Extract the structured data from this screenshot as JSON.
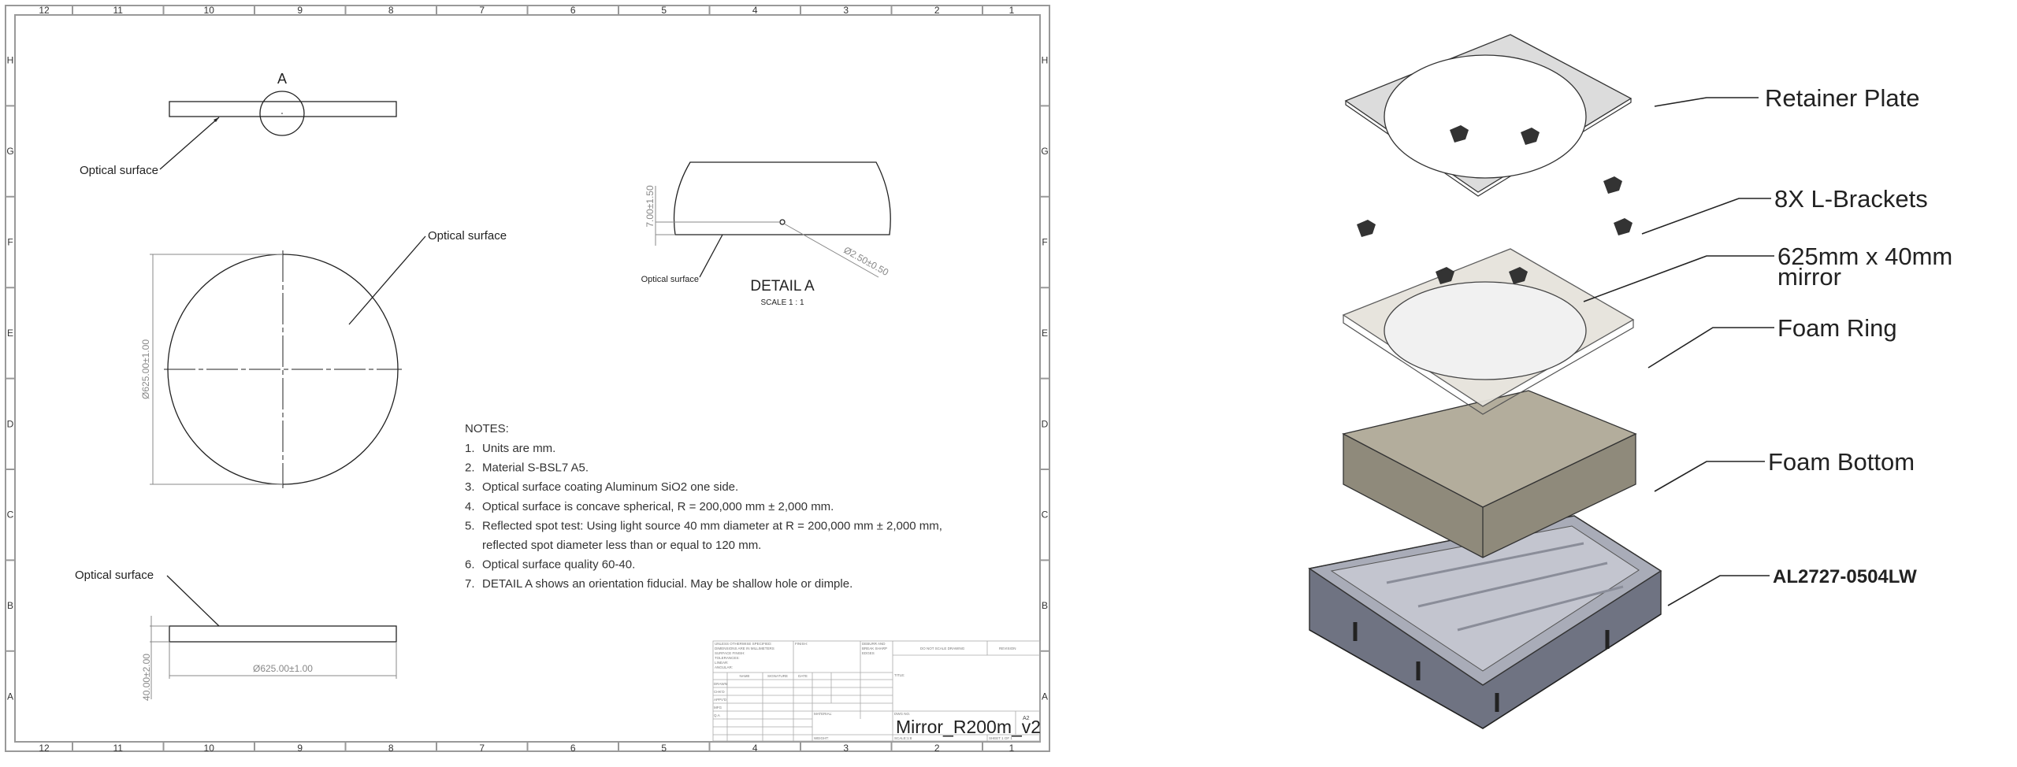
{
  "drawing": {
    "columns": [
      "12",
      "11",
      "10",
      "9",
      "8",
      "7",
      "6",
      "5",
      "4",
      "3",
      "2",
      "1"
    ],
    "rows": [
      "H",
      "G",
      "F",
      "E",
      "D",
      "C",
      "B",
      "A"
    ],
    "views": {
      "detail_callout": "A",
      "optical_surface_label": "Optical surface",
      "diameter_dim": "Ø625.00±1.00",
      "thickness_dim": "40.00±2.00"
    },
    "detail": {
      "title": "DETAIL A",
      "scale": "SCALE 1 : 1",
      "offset_dim": "7.00±1.50",
      "hole_dim": "Ø2.50±0.50",
      "optical_surface_label": "Optical surface"
    },
    "notes": {
      "heading": "NOTES:",
      "items": [
        {
          "num": "1.",
          "text": "Units are mm."
        },
        {
          "num": "2.",
          "text": "Material S-BSL7 A5."
        },
        {
          "num": "3.",
          "text": "Optical surface coating Aluminum SiO2 one side."
        },
        {
          "num": "4.",
          "text": "Optical surface is concave spherical, R = 200,000 mm ± 2,000 mm."
        },
        {
          "num": "5.",
          "text": "Reflected spot test:  Using light source 40 mm diameter at R = 200,000 mm ± 2,000 mm,",
          "cont": "reflected spot diameter less than or equal to 120 mm."
        },
        {
          "num": "6.",
          "text": "Optical surface quality 60-40."
        },
        {
          "num": "7.",
          "text": "DETAIL A shows an orientation fiducial.  May be shallow hole or dimple."
        }
      ]
    },
    "title_block": {
      "unless": [
        "UNLESS OTHERWISE SPECIFIED:",
        "DIMENSIONS ARE IN MILLIMETERS",
        "SURFACE FINISH:",
        "TOLERANCES:",
        "  LINEAR:",
        "  ANGULAR:"
      ],
      "finish": "FINISH:",
      "deburr": [
        "DEBURR AND",
        "BREAK SHARP",
        "EDGES"
      ],
      "do_not_scale": "DO NOT SCALE DRAWING",
      "revision": "REVISION",
      "headers": [
        "NAME",
        "SIGNATURE",
        "DATE"
      ],
      "roles": [
        "DRAWN",
        "CHK'D",
        "APPV'D",
        "MFG",
        "Q.A"
      ],
      "title_label": "TITLE:",
      "material": "MATERIAL:",
      "weight": "WEIGHT:",
      "dwg_no_label": "DWG NO.",
      "dwg_no": "Mirror_R200m_v2",
      "size": "A2",
      "scale": "SCALE:1:8",
      "sheet": "SHEET 1 OF 1"
    }
  },
  "assembly": {
    "labels": {
      "retainer": "Retainer Plate",
      "brackets": "8X L-Brackets",
      "mirror_1": "625mm x 40mm",
      "mirror_2": "mirror",
      "foam_ring": "Foam Ring",
      "foam_bottom": "Foam Bottom",
      "case": "AL2727-0504LW"
    },
    "colors": {
      "plate": "#dcdcdc",
      "foam": "#b3ad9c",
      "case": "#7b7f8e"
    }
  }
}
